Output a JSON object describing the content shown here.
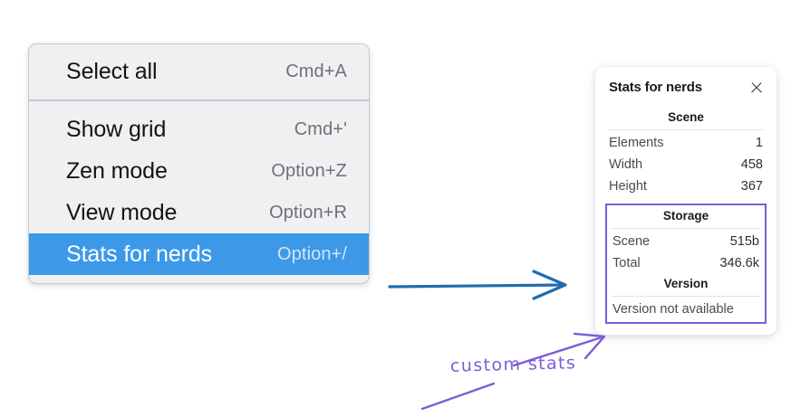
{
  "context_menu": {
    "groups": [
      {
        "items": [
          {
            "label": "Select all",
            "shortcut": "Cmd+A",
            "selected": false
          }
        ]
      },
      {
        "items": [
          {
            "label": "Show grid",
            "shortcut": "Cmd+'",
            "selected": false
          },
          {
            "label": "Zen mode",
            "shortcut": "Option+Z",
            "selected": false
          },
          {
            "label": "View mode",
            "shortcut": "Option+R",
            "selected": false
          },
          {
            "label": "Stats for nerds",
            "shortcut": "Option+/",
            "selected": true
          }
        ]
      }
    ],
    "selected_color": "#3d99e8"
  },
  "stats_panel": {
    "title": "Stats for nerds",
    "close_icon": "close-icon",
    "sections": [
      {
        "heading": "Scene",
        "rows": [
          {
            "label": "Elements",
            "value": "1"
          },
          {
            "label": "Width",
            "value": "458"
          },
          {
            "label": "Height",
            "value": "367"
          }
        ]
      },
      {
        "heading": "Storage",
        "rows": [
          {
            "label": "Scene",
            "value": "515b"
          },
          {
            "label": "Total",
            "value": "346.6k"
          }
        ]
      },
      {
        "heading": "Version",
        "text": "Version not available"
      }
    ],
    "highlight_color": "#7d5cd8"
  },
  "annotations": {
    "handwritten_label": "custom stats",
    "arrow_color_blue": "#1f6cb0",
    "arrow_color_purple": "#7d5cd8"
  }
}
